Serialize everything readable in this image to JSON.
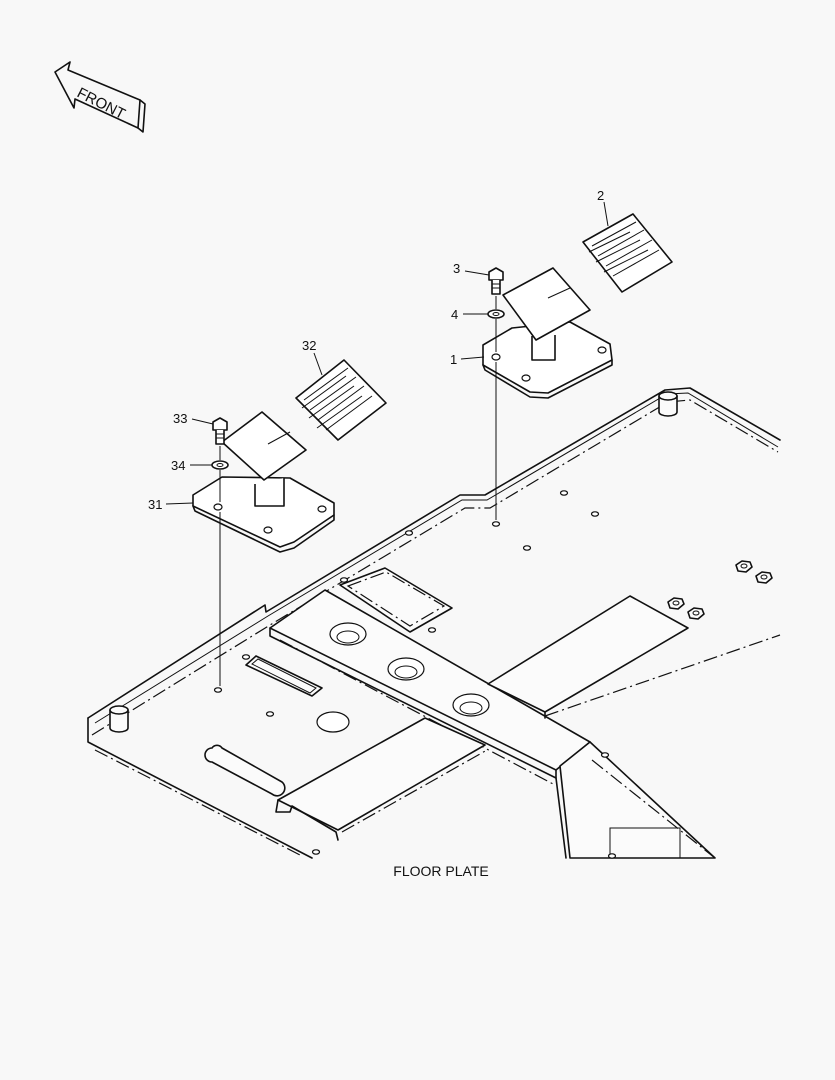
{
  "front_label": "FRONT",
  "caption": "FLOOR PLATE",
  "callouts": {
    "c1": "1",
    "c2": "2",
    "c3": "3",
    "c4": "4",
    "c31": "31",
    "c32": "32",
    "c33": "33",
    "c34": "34"
  }
}
